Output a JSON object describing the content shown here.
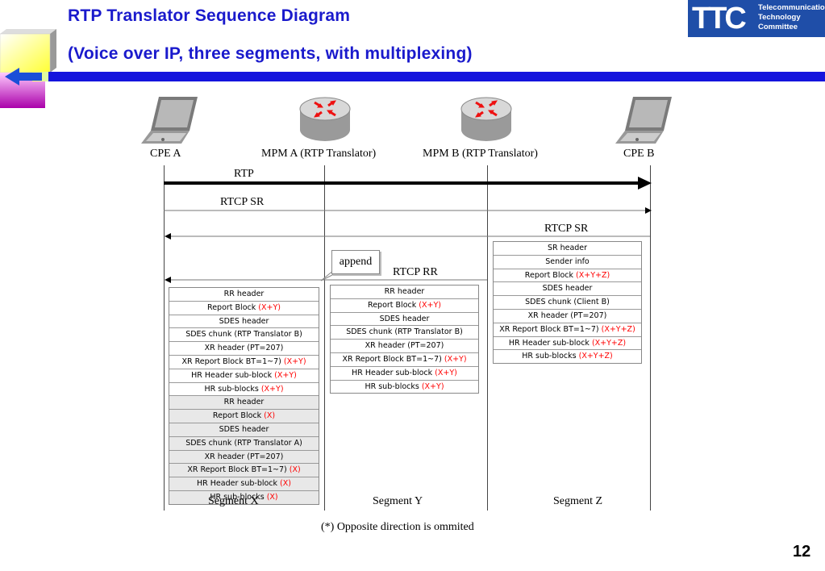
{
  "header": {
    "title_line1": "RTP Translator Sequence Diagram",
    "title_line2": "(Voice over IP, three segments, with multiplexing)",
    "logo": {
      "abbr": "TTC",
      "line1": "Telecommunication",
      "line2": "Technology",
      "line3": "Committee"
    }
  },
  "columns": [
    {
      "label": "CPE A",
      "icon": "laptop-icon"
    },
    {
      "label": "MPM A (RTP Translator)",
      "icon": "router-icon"
    },
    {
      "label": "MPM B (RTP Translator)",
      "icon": "router-icon"
    },
    {
      "label": "CPE B",
      "icon": "laptop-icon"
    }
  ],
  "messages": {
    "rtp": "RTP",
    "rtcp_sr_forward": "RTCP SR",
    "rtcp_sr_back": "RTCP SR",
    "rtcp_rr": "RTCP RR",
    "append": "append"
  },
  "segments": [
    "Segment X",
    "Segment Y",
    "Segment Z"
  ],
  "packet_x": [
    [
      "RR header",
      ""
    ],
    [
      "Report Block ",
      "(X+Y)"
    ],
    [
      "SDES header",
      ""
    ],
    [
      "SDES chunk (RTP Translator B)",
      ""
    ],
    [
      "XR header (PT=207)",
      ""
    ],
    [
      "XR Report Block BT=1~7) ",
      "(X+Y)"
    ],
    [
      "HR Header sub-block ",
      "(X+Y)"
    ],
    [
      "HR sub-blocks ",
      "(X+Y)"
    ],
    [
      "RR header",
      ""
    ],
    [
      "Report Block ",
      "(X)"
    ],
    [
      "SDES header",
      ""
    ],
    [
      "SDES chunk (RTP Translator A)",
      ""
    ],
    [
      "XR header (PT=207)",
      ""
    ],
    [
      "XR Report Block BT=1~7) ",
      "(X)"
    ],
    [
      "HR Header sub-block ",
      "(X)"
    ],
    [
      "HR sub-blocks ",
      "(X)"
    ]
  ],
  "packet_y": [
    [
      "RR header",
      ""
    ],
    [
      "Report Block ",
      "(X+Y)"
    ],
    [
      "SDES header",
      ""
    ],
    [
      "SDES chunk (RTP Translator B)",
      ""
    ],
    [
      "XR header  (PT=207)",
      ""
    ],
    [
      "XR Report Block BT=1~7) ",
      "(X+Y)"
    ],
    [
      "HR Header sub-block ",
      "(X+Y)"
    ],
    [
      "HR sub-blocks ",
      "(X+Y)"
    ]
  ],
  "packet_z": [
    [
      "SR header",
      ""
    ],
    [
      "Sender info",
      ""
    ],
    [
      "Report Block ",
      "(X+Y+Z)"
    ],
    [
      "SDES header",
      ""
    ],
    [
      "SDES chunk (Client B)",
      ""
    ],
    [
      "XR header  (PT=207)",
      ""
    ],
    [
      "XR Report Block BT=1~7) ",
      "(X+Y+Z)"
    ],
    [
      "HR Header sub-block ",
      "(X+Y+Z)"
    ],
    [
      "HR sub-blocks ",
      "(X+Y+Z)"
    ]
  ],
  "footnote": "(*) Opposite direction is ommited",
  "page_number": "12",
  "colors": {
    "title": "#1a1acc",
    "bar": "#1414dd",
    "highlight": "#ff0000",
    "logo_bg": "#1f4ea8"
  }
}
